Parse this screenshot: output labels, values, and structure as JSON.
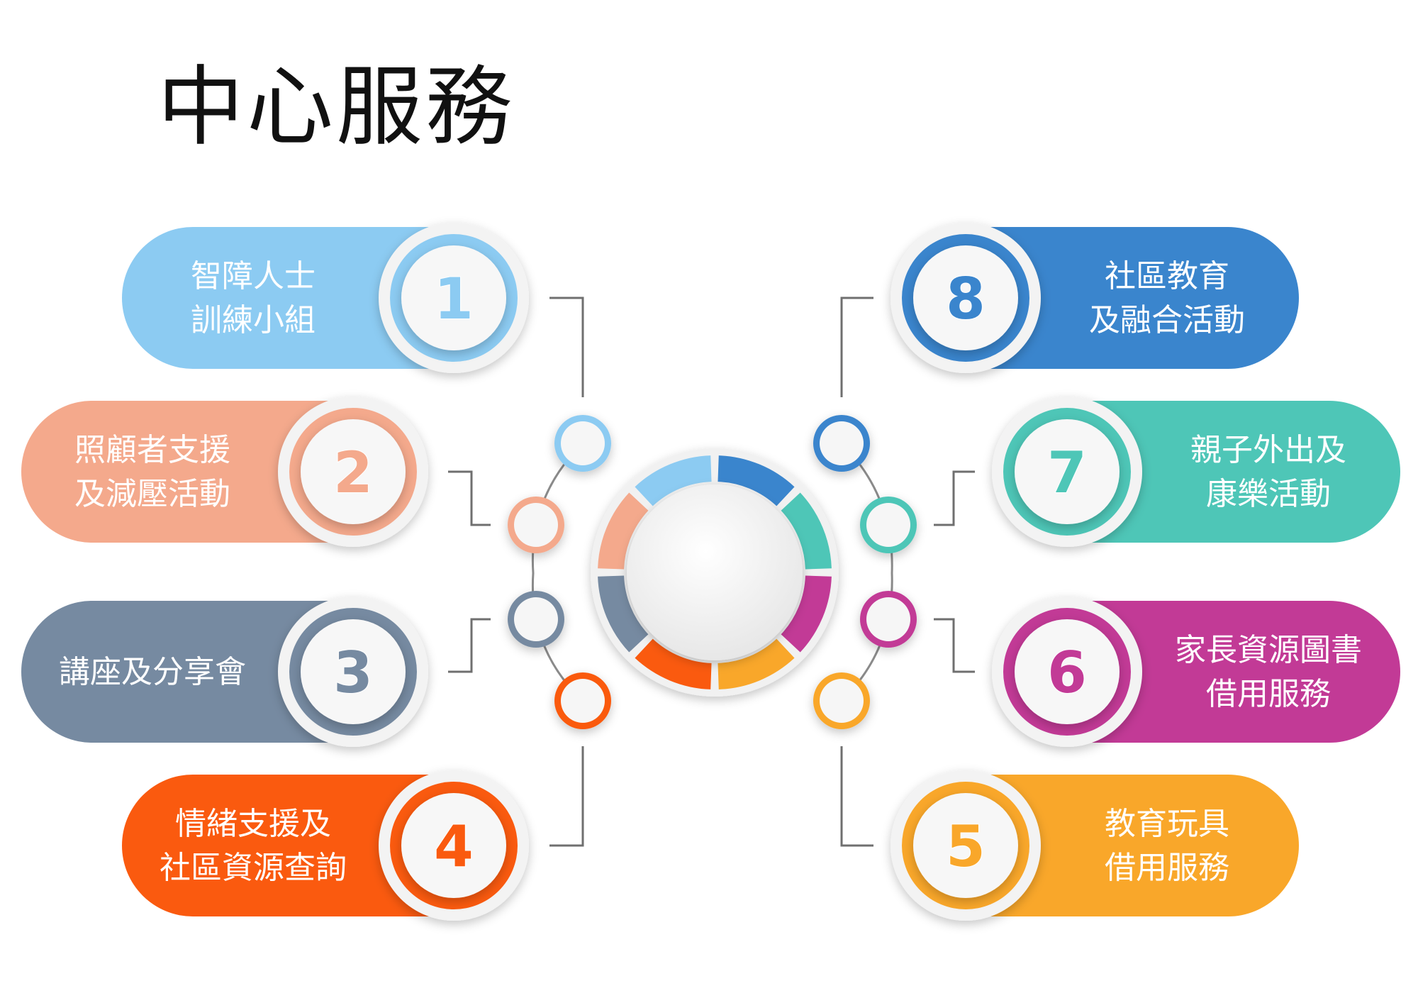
{
  "title": "中心服務",
  "services": [
    {
      "number": "1",
      "line1": "智障人士",
      "line2": "訓練小組",
      "color": "#8ccbf2"
    },
    {
      "number": "2",
      "line1": "照顧者支援",
      "line2": "及減壓活動",
      "color": "#f4a98c"
    },
    {
      "number": "3",
      "line1": "講座及分享會",
      "line2": "",
      "color": "#768aa1"
    },
    {
      "number": "4",
      "line1": "情緒支援及",
      "line2": "社區資源查詢",
      "color": "#fa5a0f"
    },
    {
      "number": "5",
      "line1": "教育玩具",
      "line2": "借用服務",
      "color": "#f9a72a"
    },
    {
      "number": "6",
      "line1": "家長資源圖書",
      "line2": "借用服務",
      "color": "#c23a96"
    },
    {
      "number": "7",
      "line1": "親子外出及",
      "line2": "康樂活動",
      "color": "#4ec6b7"
    },
    {
      "number": "8",
      "line1": "社區教育",
      "line2": "及融合活動",
      "color": "#3a85cd"
    }
  ]
}
